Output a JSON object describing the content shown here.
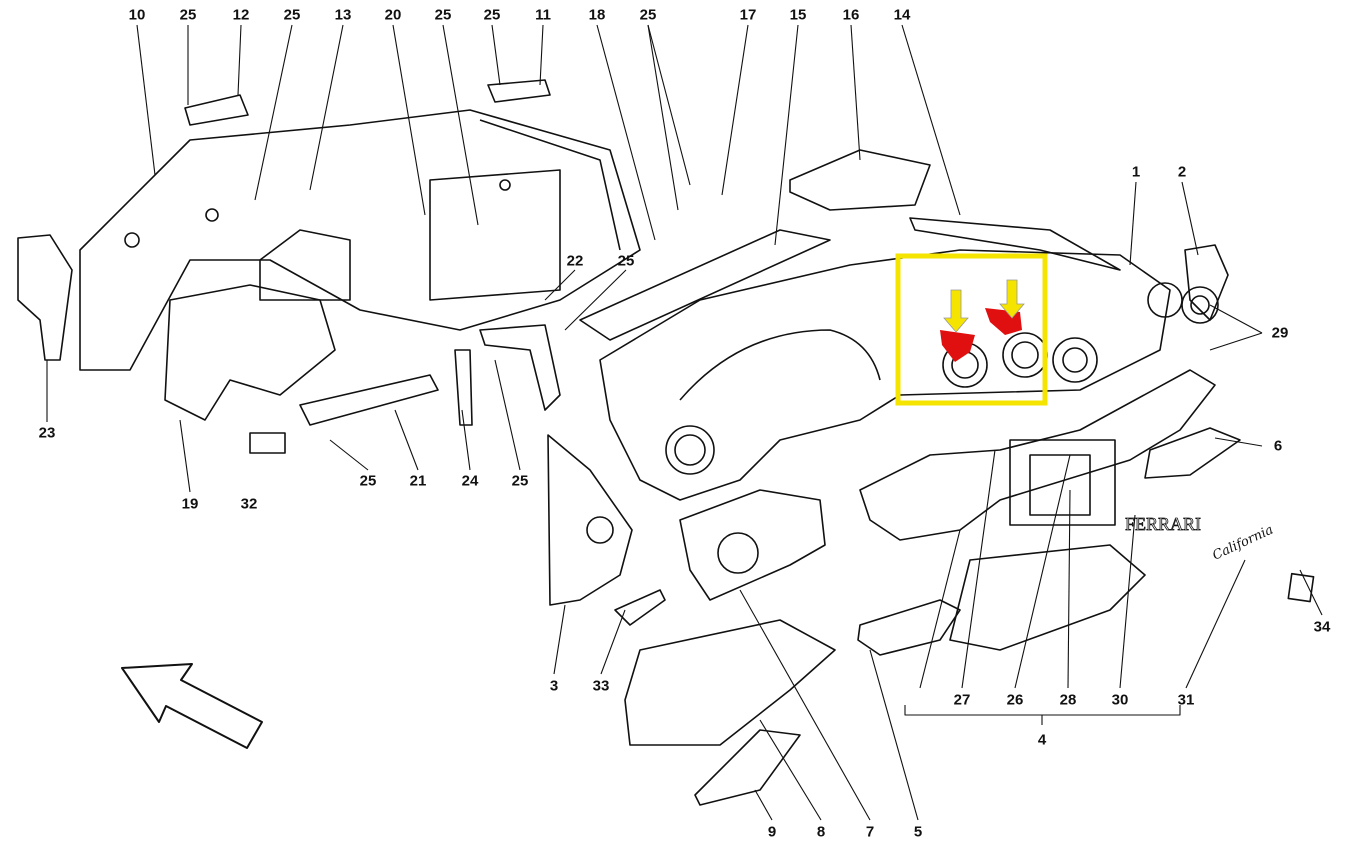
{
  "diagram": {
    "type": "exploded parts diagram - dashboard assembly",
    "highlight_color": "#f5e400",
    "marker_color": "#e01010",
    "callouts": [
      "10",
      "25",
      "12",
      "25",
      "13",
      "20",
      "25",
      "25",
      "11",
      "18",
      "25",
      "17",
      "15",
      "16",
      "14",
      "1",
      "2",
      "29",
      "23",
      "22",
      "25",
      "19",
      "32",
      "25",
      "21",
      "24",
      "25",
      "6",
      "34",
      "3",
      "33",
      "27",
      "26",
      "28",
      "30",
      "31",
      "4",
      "9",
      "8",
      "7",
      "5"
    ]
  }
}
